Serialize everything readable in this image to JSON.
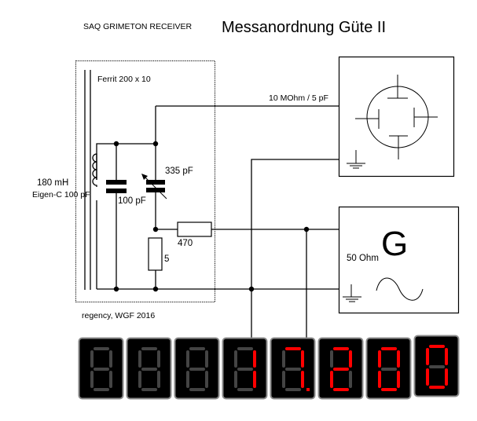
{
  "header": {
    "subtitle": "SAQ GRIMETON RECEIVER",
    "title": "Messanordnung Güte II"
  },
  "antenna": {
    "core_label": "Ferrit 200 x 10",
    "inductance_label": "180 mH",
    "self_capacitance_label": "Eigen-C 100 pF",
    "fixed_capacitor_label": "100 pF",
    "variable_capacitor_label": "335 pF",
    "series_resistor_label": "470",
    "shunt_resistor_label": "5"
  },
  "probe_label": "10 MOhm / 5 pF",
  "oscilloscope": {
    "name": "oscilloscope"
  },
  "generator": {
    "symbol": "G",
    "impedance_label": "50 Ohm"
  },
  "credit": "regency, WGF 2016",
  "display": {
    "on_color": "#ff0000",
    "off_color": "#444444",
    "digits": [
      {
        "value": "",
        "segments": "",
        "dp": false
      },
      {
        "value": "",
        "segments": "",
        "dp": false
      },
      {
        "value": "",
        "segments": "",
        "dp": false
      },
      {
        "value": "1",
        "segments": "bc",
        "dp": false
      },
      {
        "value": "7",
        "segments": "abc",
        "dp": true
      },
      {
        "value": "2",
        "segments": "abged",
        "dp": false
      },
      {
        "value": "0",
        "segments": "abcdef",
        "dp": false
      },
      {
        "value": "0",
        "segments": "abcdef",
        "dp": false
      }
    ]
  }
}
